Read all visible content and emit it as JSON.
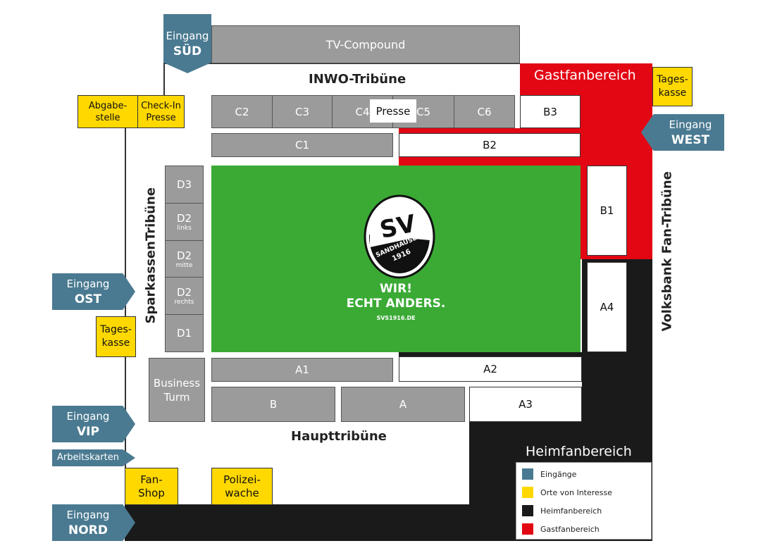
{
  "entrances": {
    "sued": {
      "line1": "Eingang",
      "line2": "SÜD"
    },
    "west": {
      "line1": "Eingang",
      "line2": "WEST"
    },
    "ost": {
      "line1": "Eingang",
      "line2": "OST"
    },
    "vip": {
      "line1": "Eingang",
      "line2": "VIP"
    },
    "nord": {
      "line1": "Eingang",
      "line2": "NORD"
    },
    "arbeitskarten": "Arbeitskarten"
  },
  "tv_compound": "TV-Compound",
  "tribunes": {
    "north": "INWO-Tribüne",
    "south": "Haupttribüne",
    "west": "SparkassenTribüne",
    "east": "Volksbank Fan-Tribüne"
  },
  "zones": {
    "gastfan": "Gastfanbereich",
    "heimfan": "Heimfanbereich"
  },
  "points_of_interest": {
    "abgabestelle": "Abgabe-\nstelle",
    "checkin": "Check-In\nPresse",
    "tageskasse_right": "Tages-\nkasse",
    "tageskasse_left": "Tages-\nkasse",
    "fanshop": "Fan-\nShop",
    "polizei": "Polizei-\nwache"
  },
  "blocks": {
    "c2": "C2",
    "c3": "C3",
    "c4": "C4",
    "presse": "Presse",
    "c5": "C5",
    "c6": "C6",
    "b3": "B3",
    "c1": "C1",
    "b2": "B2",
    "b1": "B1",
    "a4": "A4",
    "d3": "D3",
    "d2l": "D2",
    "d2l_sub": "links",
    "d2m": "D2",
    "d2m_sub": "mitte",
    "d2r": "D2",
    "d2r_sub": "rechts",
    "d1": "D1",
    "a1": "A1",
    "a2": "A2",
    "a3": "A3",
    "b": "B",
    "a": "A",
    "business": "Business\nTurm"
  },
  "pitch": {
    "logo_sv": "SV",
    "logo_name": "SANDHAUSEN",
    "logo_year": "1916",
    "slogan1": "WIR!",
    "slogan2": "ECHT ANDERS.",
    "url": "SVS1916.DE"
  },
  "legend": [
    {
      "label": "Eingänge",
      "color": "#4a7a91"
    },
    {
      "label": "Orte von Interesse",
      "color": "#ffd800"
    },
    {
      "label": "Heimfanbereich",
      "color": "#1a1a1a"
    },
    {
      "label": "Gastfanbereich",
      "color": "#e30613"
    }
  ],
  "colors": {
    "entrance": "#4a7a91",
    "poi": "#ffd800",
    "home": "#1a1a1a",
    "away": "#e30613",
    "pitch": "#3aaa35",
    "block": "#9b9b9b"
  }
}
